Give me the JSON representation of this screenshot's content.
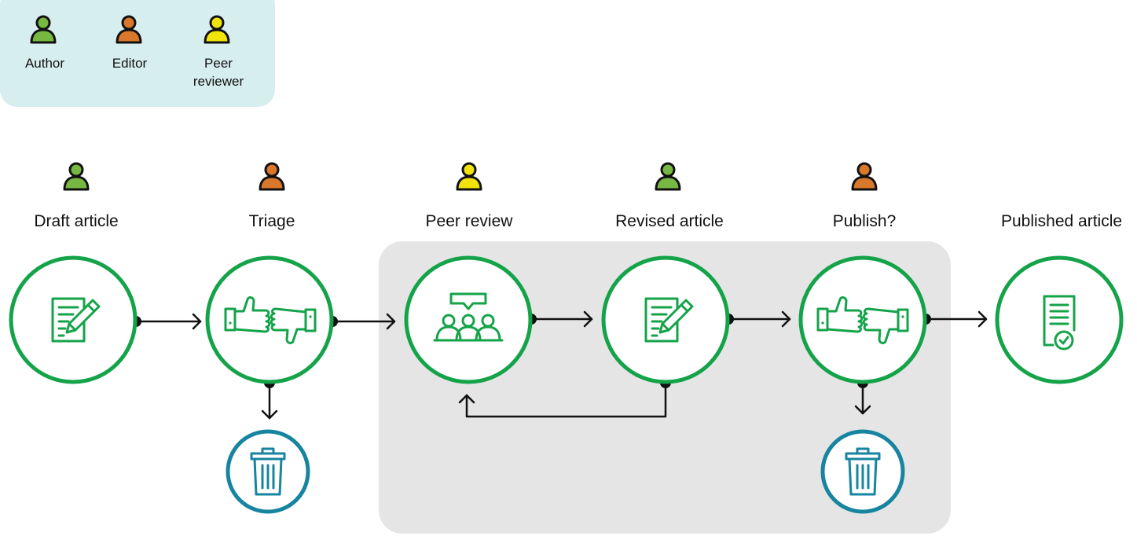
{
  "colors": {
    "author": "#77b843",
    "editor": "#d9772a",
    "peer_reviewer": "#f1e40c",
    "icon_outline": "#111111",
    "stage_circle": "#15a34a",
    "reject_circle": "#1784a0",
    "legend_panel": "#d7eeee",
    "loop_panel": "#e5e5e5",
    "arrow": "#111111"
  },
  "legend": {
    "items": [
      {
        "role": "author",
        "label": "Author"
      },
      {
        "role": "editor",
        "label": "Editor"
      },
      {
        "role": "peer_reviewer",
        "label_line1": "Peer",
        "label_line2": "reviewer"
      }
    ]
  },
  "stages": [
    {
      "id": "draft",
      "label": "Draft article",
      "role": "author",
      "icon": "document-pencil-icon"
    },
    {
      "id": "triage",
      "label": "Triage",
      "role": "editor",
      "icon": "thumbs-up-down-icon"
    },
    {
      "id": "peer-review",
      "label": "Peer review",
      "role": "peer_reviewer",
      "icon": "group-discussion-icon"
    },
    {
      "id": "revised",
      "label": "Revised article",
      "role": "author",
      "icon": "document-pencil-icon"
    },
    {
      "id": "publish",
      "label": "Publish?",
      "role": "editor",
      "icon": "thumbs-up-down-icon"
    },
    {
      "id": "published",
      "label": "Published article",
      "role": "none",
      "icon": "certified-document-icon"
    }
  ],
  "rejections": [
    {
      "from": "triage",
      "icon": "trash-icon"
    },
    {
      "from": "publish",
      "icon": "trash-icon"
    }
  ],
  "loop": {
    "from": "revised",
    "to": "peer-review"
  }
}
